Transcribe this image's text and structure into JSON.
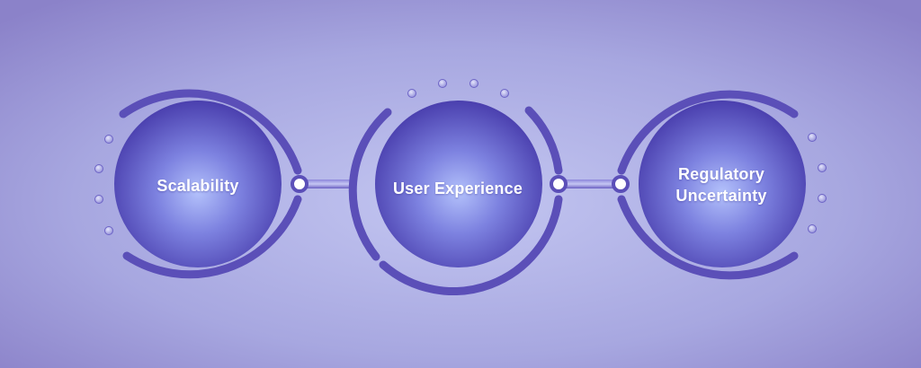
{
  "nodes": [
    {
      "label": "Scalability"
    },
    {
      "label": "User Experience"
    },
    {
      "label_lines": [
        "Regulatory",
        "Uncertainty"
      ]
    }
  ],
  "colors": {
    "background_center": "#b9bbec",
    "background_edge": "#8e86cc",
    "ring": "#5b4fb8",
    "circle_center": "#a9b3f4",
    "circle_edge": "#4a3fae",
    "dot_fill": "#c9ccf5",
    "connector": "#6b61c4",
    "text": "#ffffff"
  }
}
